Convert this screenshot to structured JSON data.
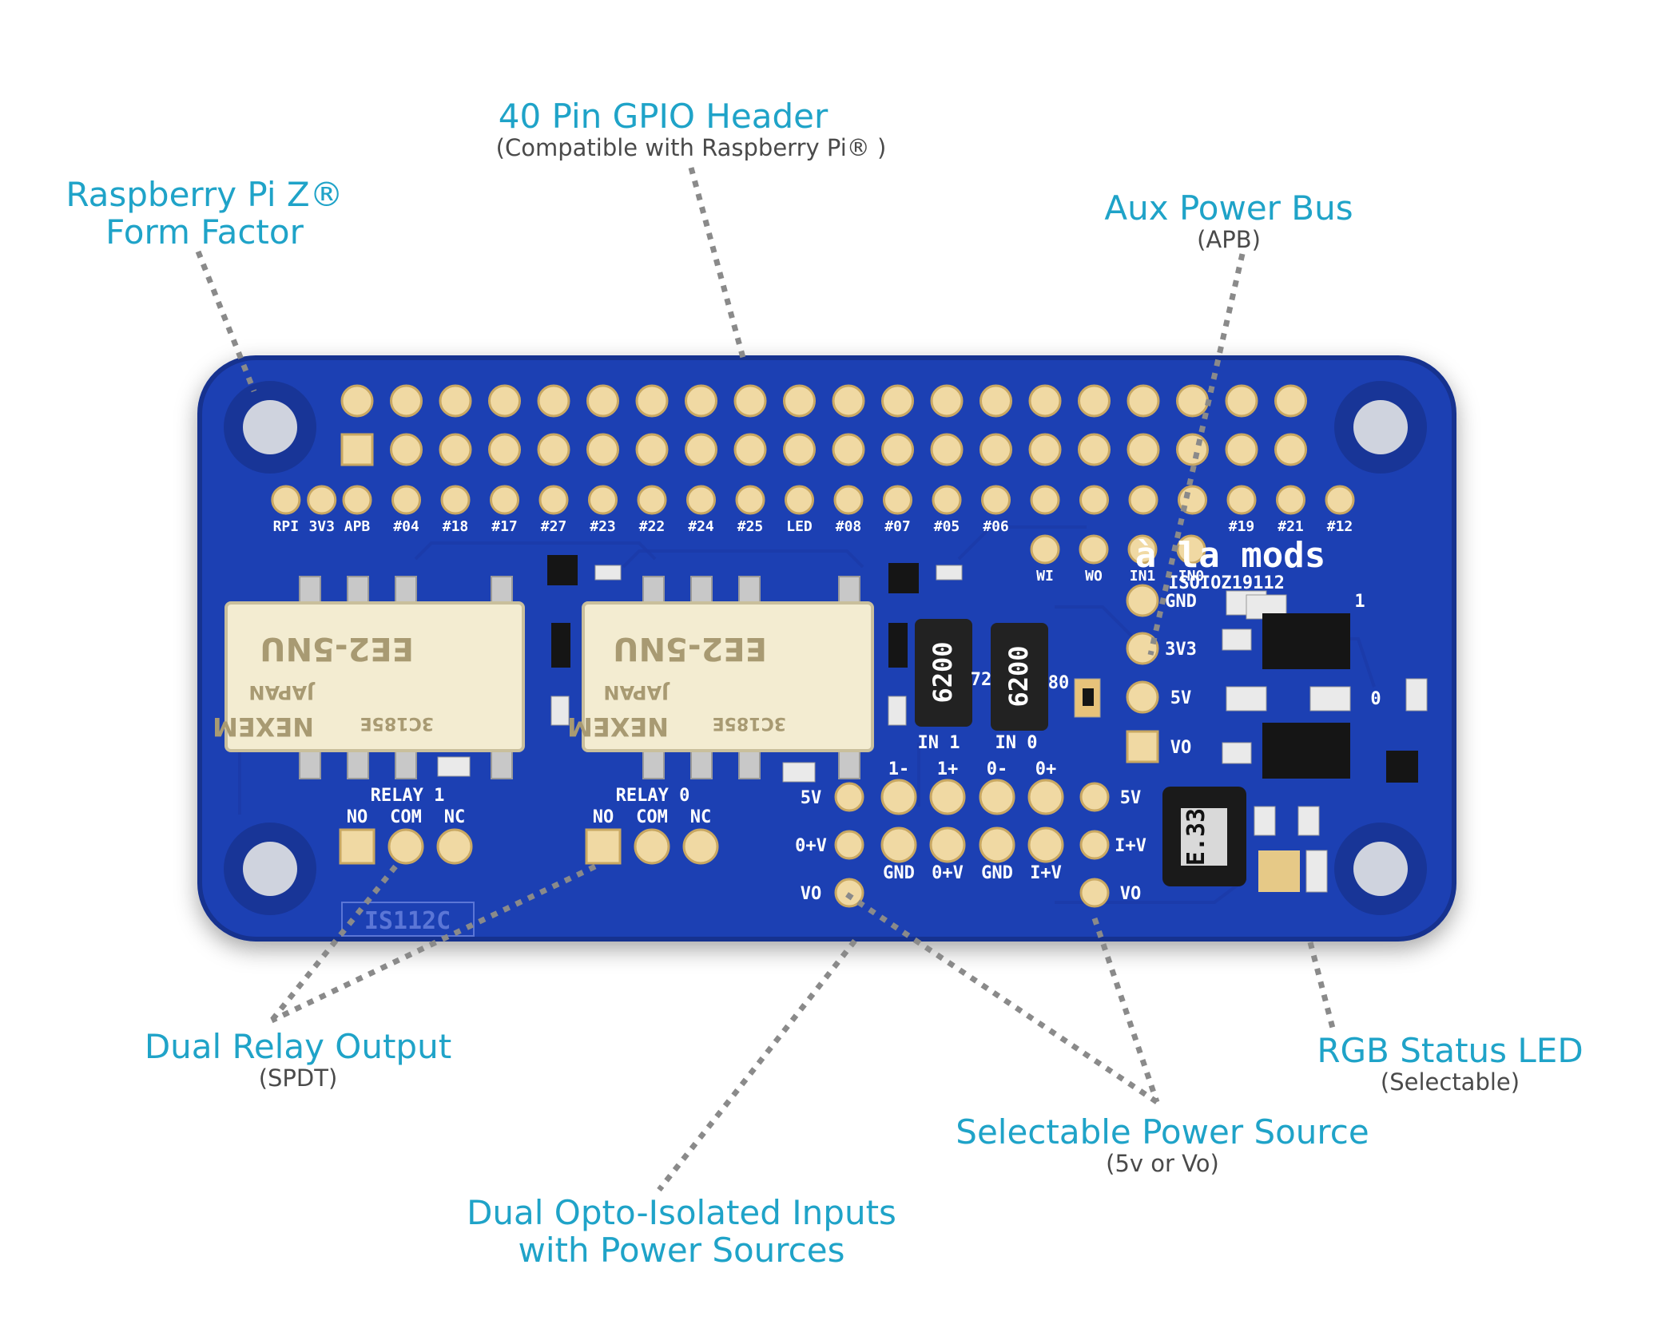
{
  "callouts": {
    "gpio": {
      "title": "40 Pin GPIO  Header",
      "subtitle": "(Compatible with Raspberry Pi® )"
    },
    "form_factor": {
      "title_line1": "Raspberry Pi Z®",
      "title_line2": "Form Factor"
    },
    "aux_power": {
      "title": "Aux Power Bus",
      "subtitle": "(APB)"
    },
    "relay": {
      "title": "Dual Relay Output",
      "subtitle": "(SPDT)"
    },
    "rgb_led": {
      "title": "RGB Status LED",
      "subtitle": "(Selectable)"
    },
    "power_source": {
      "title": "Selectable  Power Source",
      "subtitle": "(5v or Vo)"
    },
    "opto": {
      "title_line1": "Dual Opto-Isolated Inputs",
      "title_line2": "with Power Sources"
    }
  },
  "board": {
    "brand": "à la mods",
    "model": "ISOIOZ19112",
    "part": "IS112C",
    "gpio_labels": [
      "RPI",
      "3V3",
      "APB",
      "#04",
      "#18",
      "#17",
      "#27",
      "#23",
      "#22",
      "#24",
      "#25",
      "LED",
      "#08",
      "#07",
      "#05",
      "#06",
      "",
      "",
      "",
      "",
      "#19",
      "#21",
      "#12"
    ],
    "aux_labels": [
      "WI",
      "WO",
      "IN1",
      "IN0"
    ],
    "apb_labels": [
      "GND",
      "3V3",
      "5V",
      "VO"
    ],
    "relay1": {
      "label": "RELAY 1",
      "pins": [
        "NO",
        "COM",
        "NC"
      ]
    },
    "relay0": {
      "label": "RELAY 0",
      "pins": [
        "NO",
        "COM",
        "NC"
      ]
    },
    "relay_text": {
      "brand": "NEXEM",
      "origin": "JAPAN",
      "code": "3C185E",
      "model": "EE2-5NU"
    },
    "left_power_labels": [
      "5V",
      "0+V",
      "VO"
    ],
    "right_power_labels": [
      "5V",
      "I+V",
      "VO"
    ],
    "input_top_labels": [
      "1-",
      "1+",
      "0-",
      "0+"
    ],
    "input_bottom_labels": [
      "GND",
      "0+V",
      "GND",
      "I+V"
    ],
    "resistor_code": "6200",
    "input_ic_labels": [
      "IN 1",
      "IN 0"
    ],
    "resistor_marks": [
      "72",
      "80"
    ],
    "inductor_code": "E.33",
    "opto_channel_marks": [
      "1",
      "0"
    ]
  },
  "colors": {
    "pcb": "#1f3fb3",
    "pcb_edge": "#16308f",
    "accent_text": "#1fa3c8",
    "pad": "#f0d9a3"
  }
}
